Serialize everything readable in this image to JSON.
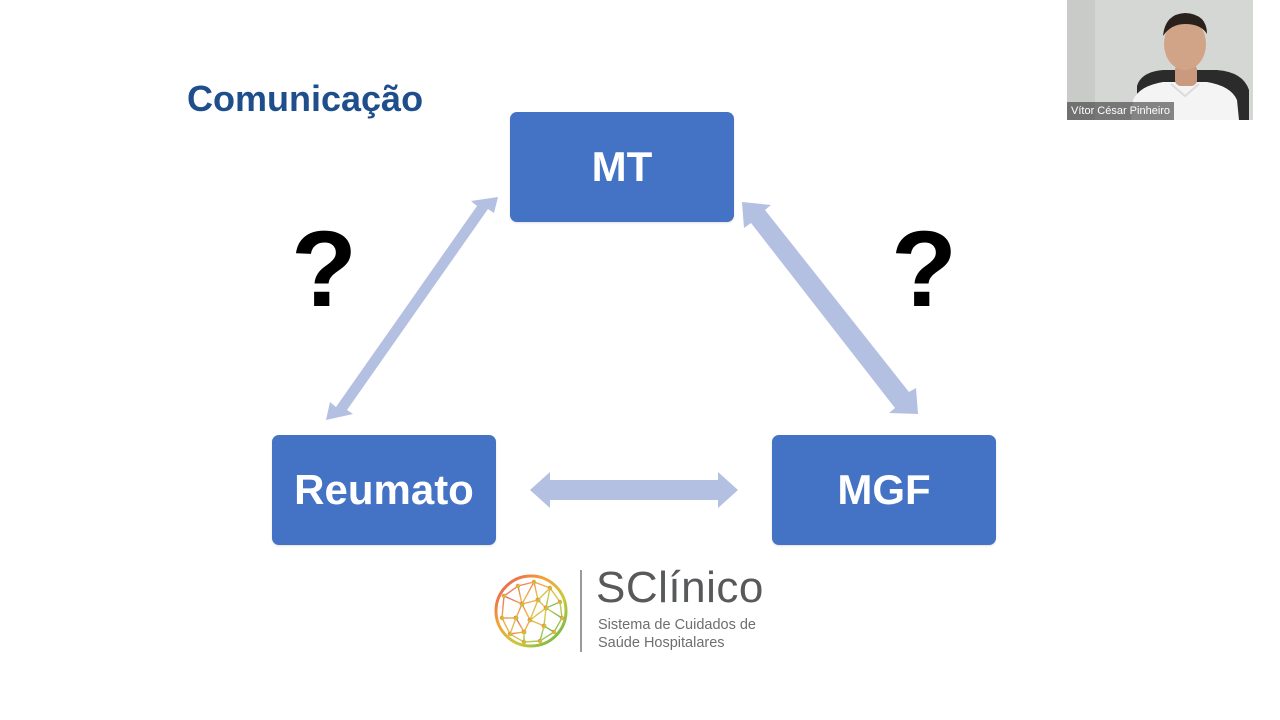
{
  "slide": {
    "title": "Comunicação",
    "nodes": {
      "top": "MT",
      "left": "Reumato",
      "right": "MGF"
    },
    "question_marks": {
      "left": "?",
      "right": "?"
    }
  },
  "logo": {
    "name": "SClínico",
    "subtitle_line1": "Sistema de Cuidados de",
    "subtitle_line2": "Saúde Hospitalares"
  },
  "participant": {
    "name": "Vítor César Pinheiro"
  },
  "colors": {
    "node_fill": "#4472c4",
    "title": "#1f4e8c",
    "arrow": "#b4c0e2"
  }
}
